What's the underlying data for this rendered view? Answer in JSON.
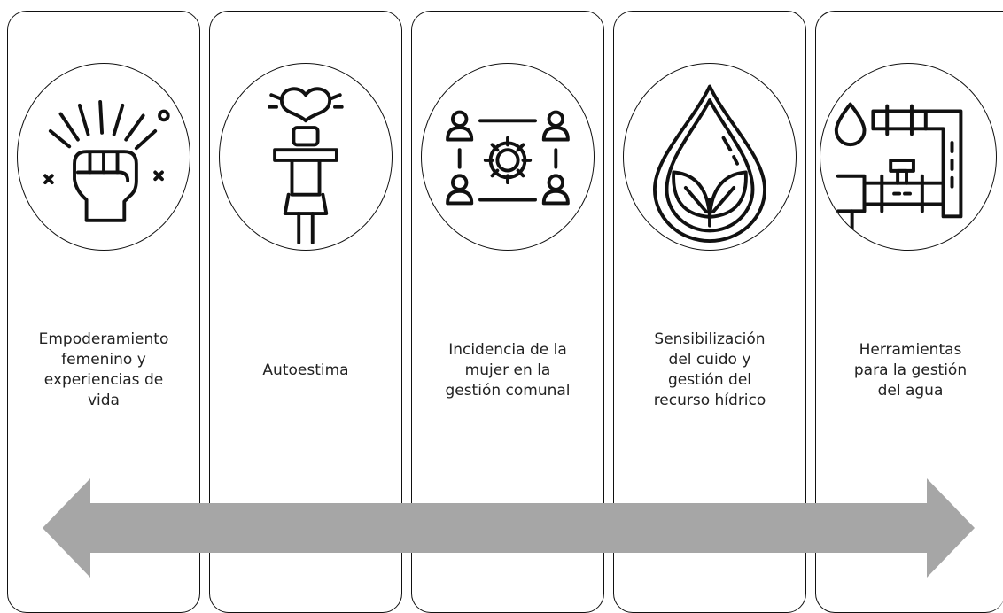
{
  "topics": [
    {
      "label": "Empoderamiento\nfemenino y\nexperiencias de\nvida",
      "icon": "raised-fist-icon"
    },
    {
      "label": "Autoestima",
      "icon": "self-love-person-icon"
    },
    {
      "label": "Incidencia de la\nmujer en la\ngestión comunal",
      "icon": "community-gear-network-icon"
    },
    {
      "label": "Sensibilización\ndel cuido y\ngestión del\nrecurso hídrico",
      "icon": "water-drop-leaves-icon"
    },
    {
      "label": "Herramientas\npara la gestión\ndel agua",
      "icon": "water-pipes-icon"
    }
  ],
  "colors": {
    "arrow": "#a6a6a6",
    "stroke": "#111111"
  }
}
